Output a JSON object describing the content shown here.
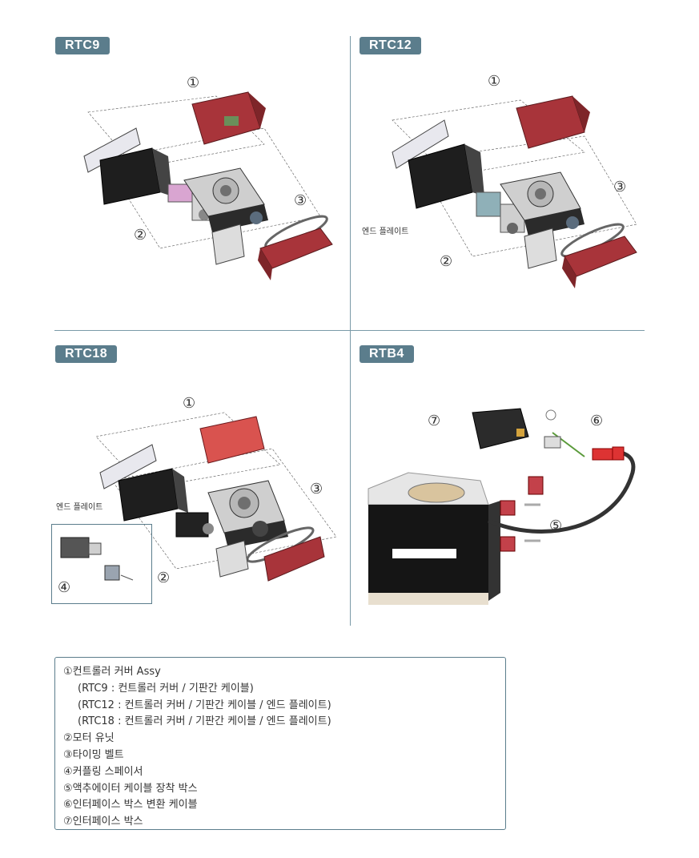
{
  "panels": {
    "rtc9": {
      "tag": "RTC9",
      "callouts": [
        "①",
        "②",
        "③"
      ]
    },
    "rtc12": {
      "tag": "RTC12",
      "callouts": [
        "①",
        "②",
        "③"
      ],
      "end_plate": "엔드 플레이트"
    },
    "rtc18": {
      "tag": "RTC18",
      "callouts": [
        "①",
        "②",
        "③",
        "④"
      ],
      "end_plate": "엔드 플레이트"
    },
    "rtb4": {
      "tag": "RTB4",
      "callouts": [
        "⑤",
        "⑥",
        "⑦"
      ]
    }
  },
  "legend": {
    "items": [
      "①컨트롤러 커버 Assy",
      "(RTC9 : 컨트롤러 커버 / 기판간 케이블)",
      "(RTC12 : 컨트롤러 커버 / 기판간 케이블 / 엔드 플레이트)",
      "(RTC18 : 컨트롤러 커버 / 기판간 케이블 / 엔드 플레이트)",
      "②모터 유닛",
      "③타이밍 벨트",
      "④커플링 스페이서",
      "⑤액추에이터 케이블 장착 박스",
      "⑥인터페이스 박스 변환 케이블",
      "⑦인터페이스 박스"
    ]
  },
  "colors": {
    "accent": "#5b7d8c",
    "cover_red": "#a8343a",
    "motor_black": "#1e1e1e"
  }
}
